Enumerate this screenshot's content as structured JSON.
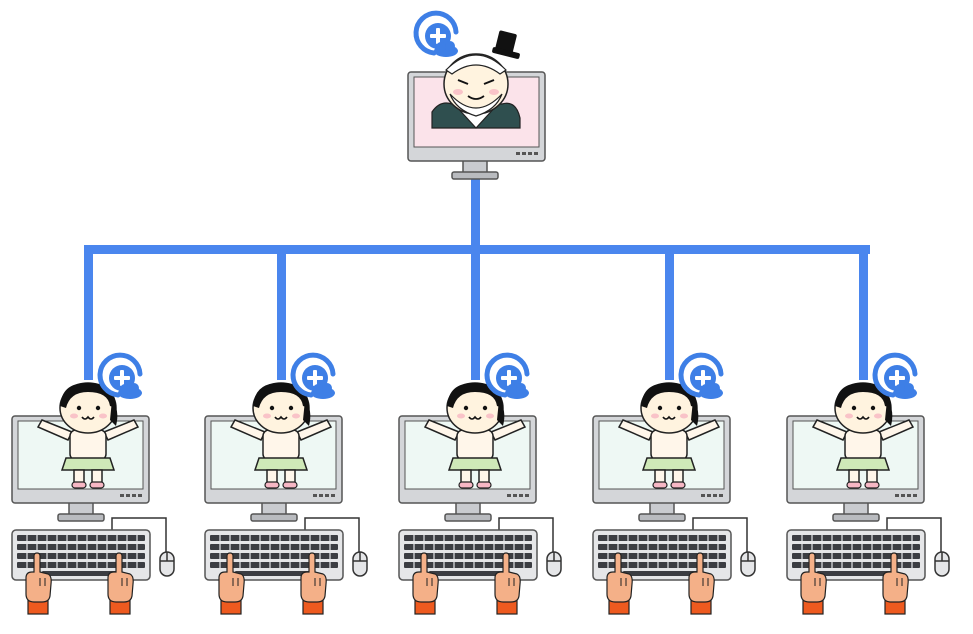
{
  "diagram": {
    "server": {
      "kind": "host-computer",
      "badge_icon": "cloud-plus-icon"
    },
    "clients": [
      {
        "kind": "client-computer",
        "badge_icon": "cloud-plus-icon"
      },
      {
        "kind": "client-computer",
        "badge_icon": "cloud-plus-icon"
      },
      {
        "kind": "client-computer",
        "badge_icon": "cloud-plus-icon"
      },
      {
        "kind": "client-computer",
        "badge_icon": "cloud-plus-icon"
      },
      {
        "kind": "client-computer",
        "badge_icon": "cloud-plus-icon"
      }
    ]
  },
  "colors": {
    "connector": "#4a86ee",
    "monitor_bezel": "#d4d6d9",
    "server_screen": "#fbe3ea",
    "client_screen": "#eef8f4",
    "badge": "#3e7fe6",
    "hand": "#f4b088",
    "sleeve": "#ee5a1f"
  }
}
